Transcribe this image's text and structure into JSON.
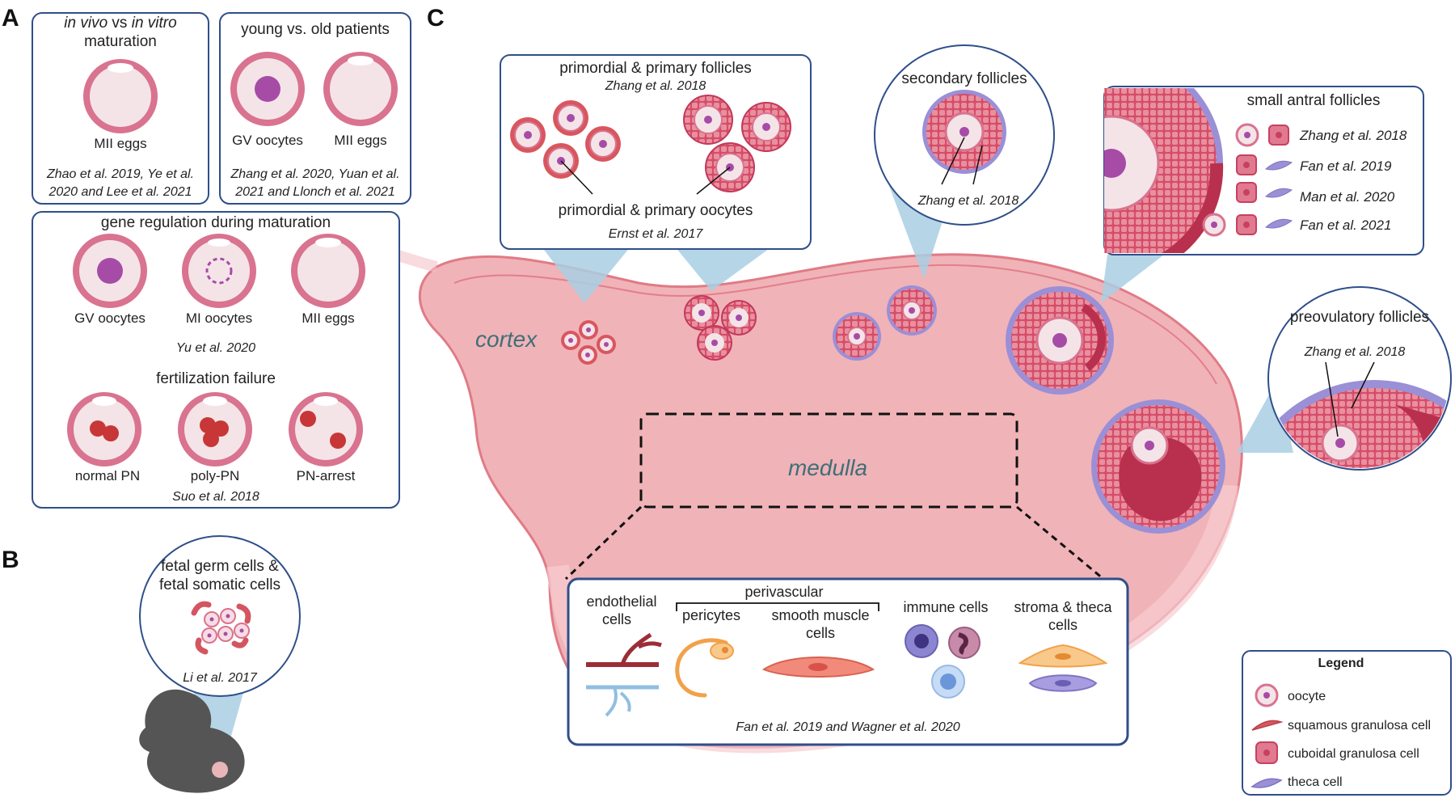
{
  "panels": {
    "a": "A",
    "b": "B",
    "c": "C"
  },
  "panel_a": {
    "box1": {
      "title_italic_1": "in vivo",
      "title_mid": " vs ",
      "title_italic_2": "in vitro",
      "title_line2": "maturation",
      "cell_label": "MII eggs",
      "ref_line1": "Zhao et al. 2019, Ye et al.",
      "ref_line2": "2020 and Lee et al. 2021"
    },
    "box2": {
      "title": "young vs. old patients",
      "label_left": "GV oocytes",
      "label_right": "MII eggs",
      "ref_line1": "Zhang et al. 2020, Yuan et al.",
      "ref_line2": "2021 and Llonch et al. 2021"
    },
    "box3": {
      "title": "gene regulation during maturation",
      "labels": [
        "GV oocytes",
        "MI oocytes",
        "MII eggs"
      ],
      "ref": "Yu et al. 2020",
      "title2": "fertilization failure",
      "labels2": [
        "normal PN",
        "poly-PN",
        "PN-arrest"
      ],
      "ref2": "Suo et al. 2018"
    }
  },
  "panel_b": {
    "title_line1": "fetal germ cells &",
    "title_line2": "fetal somatic cells",
    "ref": "Li et al. 2017"
  },
  "panel_c": {
    "cortex": "cortex",
    "medulla": "medulla",
    "primordial": {
      "title": "primordial & primary follicles",
      "ref_top": "Zhang et al. 2018",
      "pointer_label": "primordial & primary oocytes",
      "ref_bottom": "Ernst et al. 2017"
    },
    "secondary": {
      "title": "secondary follicles",
      "ref": "Zhang et al. 2018"
    },
    "antral": {
      "title": "small antral follicles",
      "refs": [
        "Zhang et al. 2018",
        "Fan et al. 2019",
        "Man et al. 2020",
        "Fan et al. 2021"
      ]
    },
    "preovulatory": {
      "title": "preovulatory follicles",
      "ref": "Zhang et al. 2018"
    },
    "medulla_box": {
      "endothelial_1": "endothelial",
      "endothelial_2": "cells",
      "perivascular": "perivascular",
      "pericytes": "pericytes",
      "smooth_1": "smooth muscle",
      "smooth_2": "cells",
      "immune": "immune cells",
      "stroma_1": "stroma & theca",
      "stroma_2": "cells",
      "ref": "Fan et al. 2019 and Wagner et al. 2020"
    },
    "legend": {
      "title": "Legend",
      "items": [
        "oocyte",
        "squamous granulosa cell",
        "cuboidal granulosa cell",
        "theca cell"
      ]
    }
  },
  "colors": {
    "box_border": "#2f4f8a",
    "ovary": "#f2b3b8",
    "granulosa": "#d64d68",
    "theca": "#9b8fd6",
    "zona": "#d9738f",
    "cytoplasm": "#f4e4e8",
    "nucleus": "#a64ca6",
    "beam": "#a9cfe3",
    "text_teal": "#3e6f78"
  }
}
